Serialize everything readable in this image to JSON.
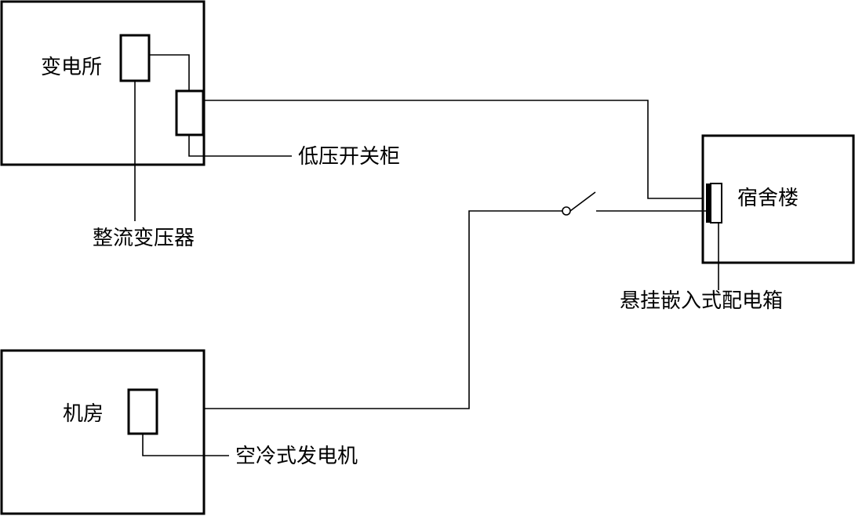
{
  "labels": {
    "substation": "变电所",
    "low_voltage_cabinet": "低压开关柜",
    "rectifier_transformer": "整流变压器",
    "dormitory": "宿舍楼",
    "distribution_box": "悬挂嵌入式配电箱",
    "machine_room": "机房",
    "generator": "空冷式发电机"
  },
  "icons": {
    "switch": "disconnect-switch-icon"
  },
  "colors": {
    "stroke": "#000000",
    "background": "#ffffff"
  }
}
